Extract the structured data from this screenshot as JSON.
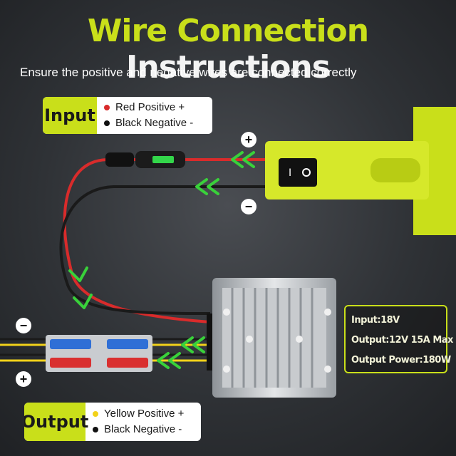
{
  "title": {
    "part1": "Wire Connection",
    "part2": "Instructions"
  },
  "subtitle": "Ensure the positive and negative wires are connected correctly",
  "input_box": {
    "label": "Input",
    "line1": "Red Positive +",
    "line2": "Black  Negative -"
  },
  "output_box": {
    "label": "Output",
    "line1": "Yellow Positive +",
    "line2": "Black  Negative -"
  },
  "specs": {
    "input": "Input:18V",
    "output": "Output:12V 15A Max",
    "power": "Output Power:180W"
  },
  "signs": {
    "plus": "+",
    "minus": "−"
  },
  "switch_marks": {
    "off": "I",
    "on": "O"
  },
  "colors": {
    "accent": "#c9df1a",
    "red_wire": "#d92b2b",
    "black_wire": "#1a1a1a",
    "yellow_wire": "#f2d21a",
    "arrow": "#39d13a"
  }
}
